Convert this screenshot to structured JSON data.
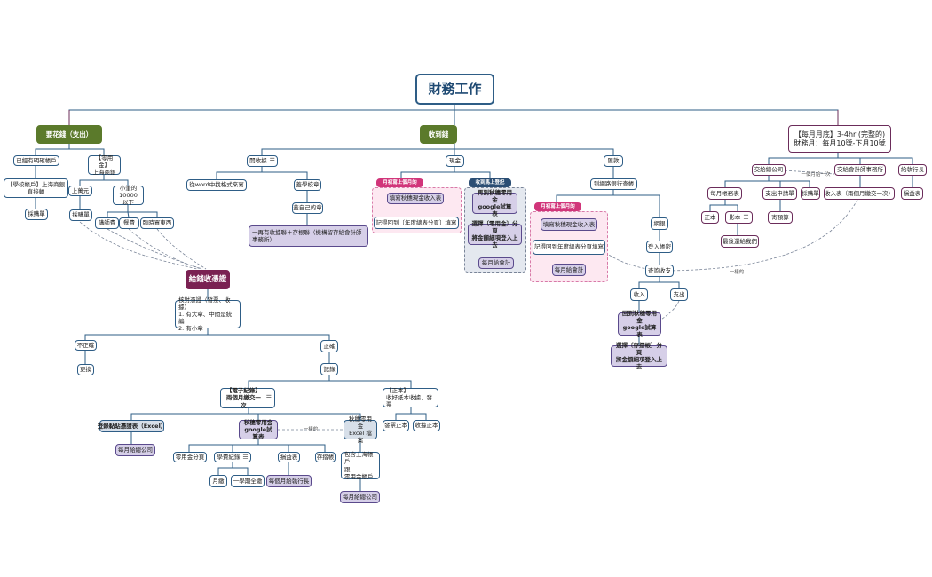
{
  "nodes": {
    "root": "財務工作",
    "spend": "要花錢（支出）",
    "receive": "收到錢",
    "monthly": "【每月月底】3-4hr (完整的)\n財務月：每月10號-下月10號",
    "has_school_account": "已經有明確帳戶",
    "school_account": "【學校帳戶】上海商銀\n直接轉",
    "purchase_order_1": "採購單",
    "petty_cash": "【零用金】\n上海商銀",
    "over_10k": "上萬元",
    "small_amount": "小筆的\n10000以下",
    "purchase_order_2": "採購單",
    "lecture_fee": "講師費",
    "meal_fee": "餐費",
    "temp_purchase": "臨時買東西",
    "give_receipts": "給錢收憑證",
    "verify_receipt": "核對憑證（發票、收據）\n1. 有大章、中間是統編\n2. 有小章",
    "incorrect": "不正確",
    "replace": "更換",
    "correct": "正確",
    "record": "記錄",
    "e_record": "【電子紀錄】\n兩個月繳交一次",
    "original": "【正本】\n收好紙本收據、發票",
    "invoice_original": "發票正本",
    "receipt_original": "收據正本",
    "reg_voucher_excel": "登錄黏貼憑證表（Excel）",
    "monthly_to_company_1": "每月給總公司",
    "qiusui_sheet": "秋穗零用金\ngoogle試算表",
    "qiusui_excel": "秋穗零用金\nExcel 檔案",
    "same_1": "一樣的",
    "petty_category": "零用金分頁",
    "tuition_record": "學費紀錄",
    "monthly_fee": "月繳",
    "semester_fee": "一學期全繳",
    "pl_sheet": "損益表",
    "deposit_book": "存摺帳",
    "include_shanghai": "包含上海帳戶\n跟\n零用金帳戶",
    "monthly_to_ceo": "每個月給執行長",
    "monthly_to_company_2": "每月給總公司",
    "open_receipt": "開收據",
    "word_format": "從word中找格式來寫",
    "stamp_check": "蓋學校章",
    "own_stamp": "蓋自己的章",
    "two_copies": "一再有收據聯＋存根聯（機構留存給會計師事務所）",
    "cash": "現金",
    "tag_month_start_1": "月初寫上個月的",
    "fill_qiusui_cash_income": "填寫秋穗現金收入表",
    "record_yearly": "記得回到〔年度總表分頁〕填寫",
    "tag_record_now": "收到馬上登記",
    "reenter_qiusui": "再到秋穗零用金\ngoogle試算表",
    "choose_petty": "選擇〔零用金〕分頁\n將金額細項登入上去",
    "monthly_to_accountant_1": "每月給會計",
    "transfer": "匯款",
    "online_bank": "到網路銀行查帳",
    "tag_month_start_2": "月初寫上個月的",
    "fill_qiusui_cash_income_2": "填寫秋穗現金收入表",
    "record_yearly_2": "記得回到年度總表分頁填寫",
    "monthly_to_accountant_2": "每月給會計",
    "online_login": "網銀",
    "login_password": "登入帳密",
    "query_io": "查詢收支",
    "income": "收入",
    "expense": "支出",
    "back_qiusui": "回到秋穗零用金\ngoogle試算表",
    "choose_deposit": "選擇〔存摺帳〕分頁\n將金額細項登入上去",
    "give_company": "交給總公司",
    "once_a_month": "一個月給一次",
    "give_accountant_firm": "交給會計師事務所",
    "give_ceo": "給執行長",
    "monthly_account": "每月帳務表",
    "expense_request": "支出申請單",
    "purchase_order_3": "採購單",
    "income_table": "收入表（兩個月繳交一次）",
    "pl_sheet_2": "損益表",
    "original_copy": "正本",
    "photocopy": "影本",
    "final_to_us": "最後還給我們",
    "send_budget": "寄預算",
    "same_2": "一樣的"
  },
  "colors": {
    "navy": "#2e5d86",
    "green": "#5b7a2b",
    "wine": "#7a2152",
    "pink": "#d1357a",
    "plum": "#6b2c5a",
    "lavender": "#d6cfe8"
  },
  "icons": {
    "note_icon": "notes-icon"
  }
}
